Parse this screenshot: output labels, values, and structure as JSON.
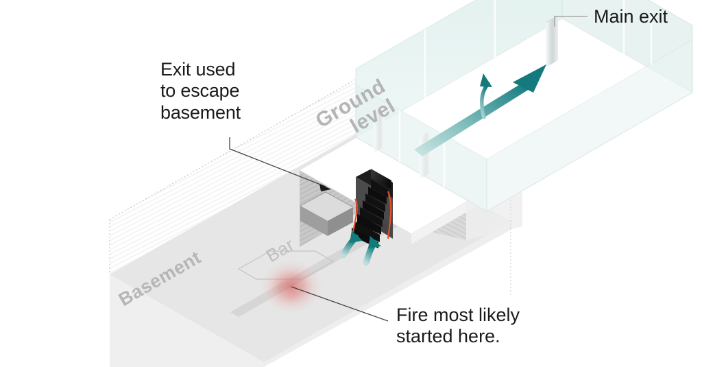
{
  "diagram": {
    "title": "Isometric cutaway of a two-level building showing fire origin and escape routes",
    "background_color": "#ffffff"
  },
  "labels": {
    "main_exit": "Main exit",
    "exit_used": "Exit used\nto escape\nbasement",
    "fire_origin": "Fire most likely\nstarted here.",
    "ground_level": "Ground level",
    "ground_level_line1": "Ground",
    "ground_level_line2": "level",
    "basement": "Basement",
    "bar": "Bar"
  },
  "colors": {
    "text": "#1a1a1a",
    "floor_label_gray": "#b0b0b0",
    "bar_label_gray": "#bdbdbd",
    "teal_arrow_dark": "#137a7e",
    "teal_arrow_light": "#cfe7e6",
    "wall_glass": "#e4f1f0",
    "wall_glass_edge": "#cfe3e1",
    "slab_white": "#ffffff",
    "wall_gray": "#b9b9b9",
    "wall_gray_light": "#d6d6d6",
    "basement_floor": "#e3e3e3",
    "fire_glow": "#d9534f",
    "stair_black": "#111111",
    "railing_orange": "#e8502a",
    "leader_line": "#555555"
  },
  "elements": {
    "upper_floor": "glass-walled upper storey",
    "ground_floor": "ground level slab with stair opening",
    "basement": "basement floor with bar outline",
    "main_exit_door": "door in rear glass wall",
    "basement_exit_hatch": "gray box on basement floor",
    "basement_stairs": "black staircase from basement to ground",
    "ground_stairs": "black stair opening on ground slab",
    "escape_arrow_large": "teal arrow from stairs to main exit",
    "escape_arrow_curl": "small curled teal arrow",
    "smoke_arrow_1": "teal arrow rising from basement",
    "smoke_arrow_2": "teal arrow rising from basement",
    "fire_glow": "red radial glow at fire origin"
  }
}
